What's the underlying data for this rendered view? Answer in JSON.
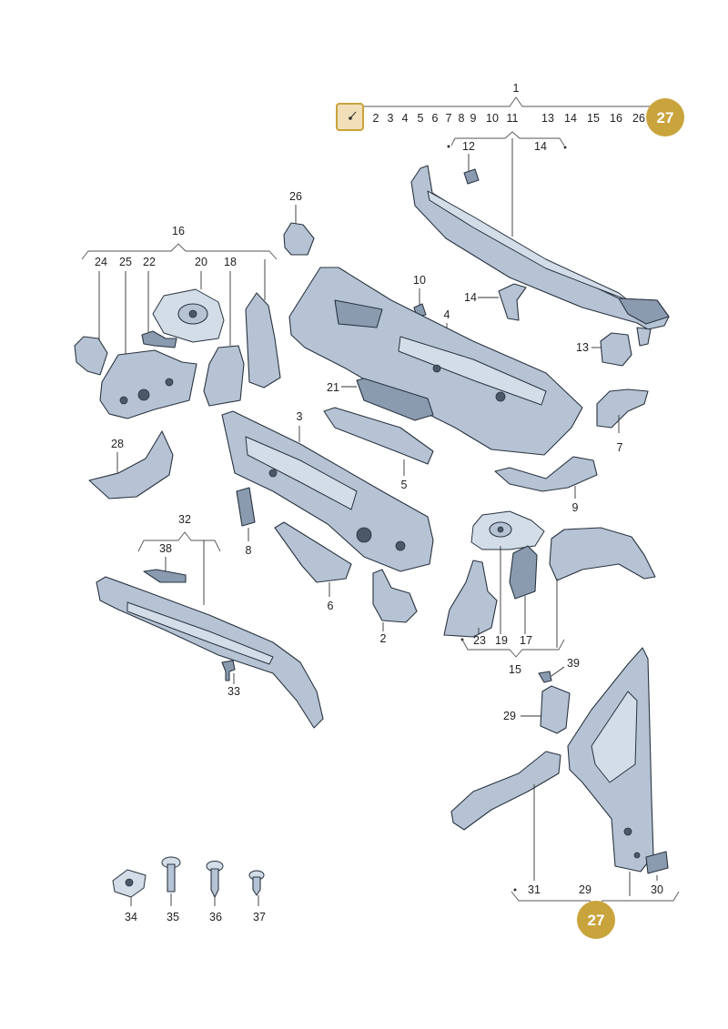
{
  "badge_color": "#c9a43c",
  "tag_icon": "check-tag-icon",
  "badges": {
    "top": "27",
    "bottom": "27"
  },
  "top_bracket": {
    "label": "1",
    "numbers": [
      "2",
      "3",
      "4",
      "5",
      "6",
      "7",
      "8",
      "9",
      "10",
      "11",
      "13",
      "14",
      "15",
      "16",
      "26"
    ]
  },
  "labels": {
    "p12": "12",
    "p14a": "14",
    "p26": "26",
    "p16": "16",
    "p24": "24",
    "p25": "25",
    "p22": "22",
    "p20": "20",
    "p18": "18",
    "p10": "10",
    "p4": "4",
    "p14b": "14",
    "p13": "13",
    "p21": "21",
    "p3": "3",
    "p7": "7",
    "p28": "28",
    "p5": "5",
    "p9": "9",
    "p8": "8",
    "p32": "32",
    "p38": "38",
    "p6": "6",
    "p2": "2",
    "p23": "23",
    "p19": "19",
    "p17": "17",
    "p15": "15",
    "p39": "39",
    "p33": "33",
    "p29a": "29",
    "p34": "34",
    "p35": "35",
    "p36": "36",
    "p37": "37",
    "p31": "31",
    "p29b": "29",
    "p30": "30"
  }
}
